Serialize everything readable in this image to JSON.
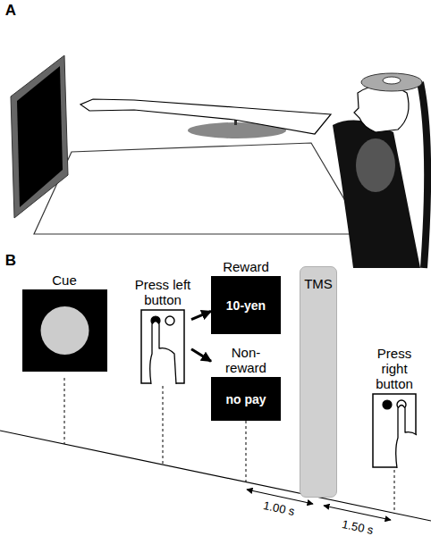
{
  "diagram": {
    "nodes": [
      {
        "text": [
          "Cue"
        ]
      },
      {
        "text": [
          "Press left button"
        ]
      },
      {
        "text": [
          "Reward",
          "10-yen"
        ]
      },
      {
        "text": [
          "Non-reward",
          "no pay"
        ]
      },
      {
        "text": [
          "TMS"
        ]
      },
      {
        "text": [
          "Press right button"
        ]
      }
    ],
    "edges": [
      {
        "from": 1,
        "to": 2,
        "arrow": "to"
      },
      {
        "from": 1,
        "to": 3,
        "arrow": "to"
      }
    ],
    "labels": [
      "A",
      "B",
      "1.00 s",
      "1.50 s"
    ]
  }
}
